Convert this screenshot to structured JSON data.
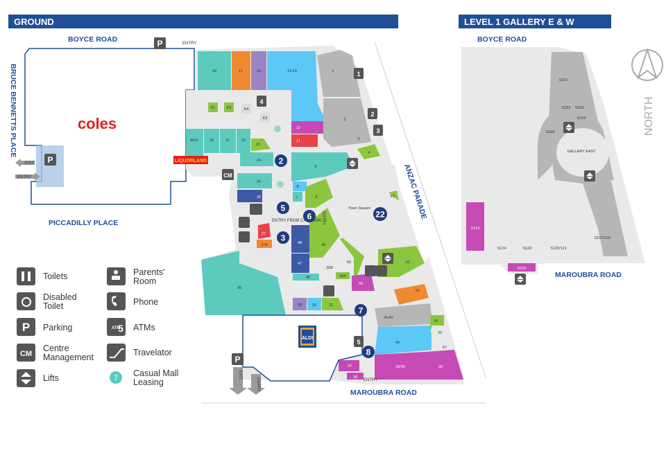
{
  "ground": {
    "title": "GROUND",
    "roads": {
      "boyce_road": "BOYCE ROAD",
      "bruce_bennetts_place": "BRUCE BENNETTS PLACE",
      "piccadilly_place": "PICCADILLY PLACE",
      "anzac_parade": "ANZAC PARADE",
      "maroubra_road": "MAROUBRA ROAD"
    },
    "entry": "ENTRY",
    "exit": "EXIT",
    "entry_from_car_park": "ENTRY FROM CAR PARK",
    "town_square": "Town Square",
    "anchors": {
      "coles": "coles",
      "liquorland": "LIQUORLAND",
      "aldi": "ALDI"
    },
    "cm": "CM",
    "parking": "P",
    "shops": {
      "s18": "18",
      "s17": "17",
      "s16": "16",
      "s13_15": "13-15",
      "s1": "1",
      "k1": "K1",
      "k2": "K2",
      "k3": "K3",
      "k4": "K4",
      "k5": "K5",
      "s12": "12",
      "s11": "11",
      "s2": "2",
      "s3": "3",
      "s4": "4",
      "s5": "5",
      "s19a": "M1A",
      "s20": "20",
      "s21": "21",
      "s22": "22",
      "s23": "23",
      "s24": "24",
      "s25": "25",
      "s26": "26",
      "s27": "27",
      "s27a": "27A",
      "s6": "6",
      "s7": "7",
      "s8": "8",
      "s9": "9",
      "s46": "46",
      "s47": "47",
      "s45": "45",
      "s48": "48",
      "s49": "49",
      "s50": "50",
      "s50a": "50A",
      "s43": "43",
      "s43a": "43A",
      "s51": "51",
      "s52": "52",
      "s41_42": "41/42",
      "s40": "40",
      "s33": "33",
      "s34": "34",
      "s57": "57",
      "s36": "36",
      "s38_39": "38/39",
      "s37": "37",
      "s38": "38",
      "s28": "28",
      "s29": "29",
      "s30": "30",
      "s31": "31",
      "s308": "30B"
    },
    "markers": {
      "m2": "2",
      "m5": "5",
      "m6": "6",
      "m3": "3",
      "m22": "22",
      "m7": "7",
      "m8": "8"
    },
    "atm_numbers": {
      "a1": "1",
      "a2": "2",
      "a3": "3",
      "a4": "4",
      "a5": "5"
    }
  },
  "level1": {
    "title": "LEVEL 1 GALLERY E & W",
    "roads": {
      "boyce_road": "BOYCE ROAD",
      "maroubra_road": "MAROUBRA ROAD"
    },
    "north": "NORTH",
    "gallery_east": "GALLERY EAST",
    "shops": {
      "s101": "S101",
      "s102": "S102",
      "s103": "S103",
      "s104": "S104",
      "s106": "S106",
      "s123": "S123",
      "s124": "S124",
      "s122": "S122",
      "s120_121": "S120/121",
      "s107_119": "S107/119",
      "s130": "S130"
    }
  },
  "legend": [
    {
      "icon": "toilets-icon",
      "label": "Toilets"
    },
    {
      "icon": "disabled-toilet-icon",
      "label": "Disabled Toilet"
    },
    {
      "icon": "parking-icon",
      "label": "Parking"
    },
    {
      "icon": "centre-management-icon",
      "label": "Centre Management"
    },
    {
      "icon": "lifts-icon",
      "label": "Lifts"
    },
    {
      "icon": "parents-room-icon",
      "label": "Parents' Room"
    },
    {
      "icon": "phone-icon",
      "label": "Phone"
    },
    {
      "icon": "atm-icon",
      "label": "ATMs"
    },
    {
      "icon": "travelator-icon",
      "label": "Travelator"
    },
    {
      "icon": "casual-mall-leasing-icon",
      "label": "Casual Mall Leasing"
    }
  ],
  "legend_symbols": {
    "cm": "CM",
    "parking": "P",
    "atm": "ATM",
    "atm_num": "5",
    "casual": "7"
  },
  "colors": {
    "header_blue": "#1f4e99",
    "teal": "#5ccbbe",
    "orange": "#f08a32",
    "purple": "#9a85c2",
    "blue": "#5bc8f5",
    "grey": "#b6b6b6",
    "magenta": "#c64ab5",
    "red": "#e8414a",
    "green": "#8cc63e",
    "navy": "#3c5aa6",
    "pink": "#f2b2c8",
    "floor": "#e9e9e9"
  }
}
